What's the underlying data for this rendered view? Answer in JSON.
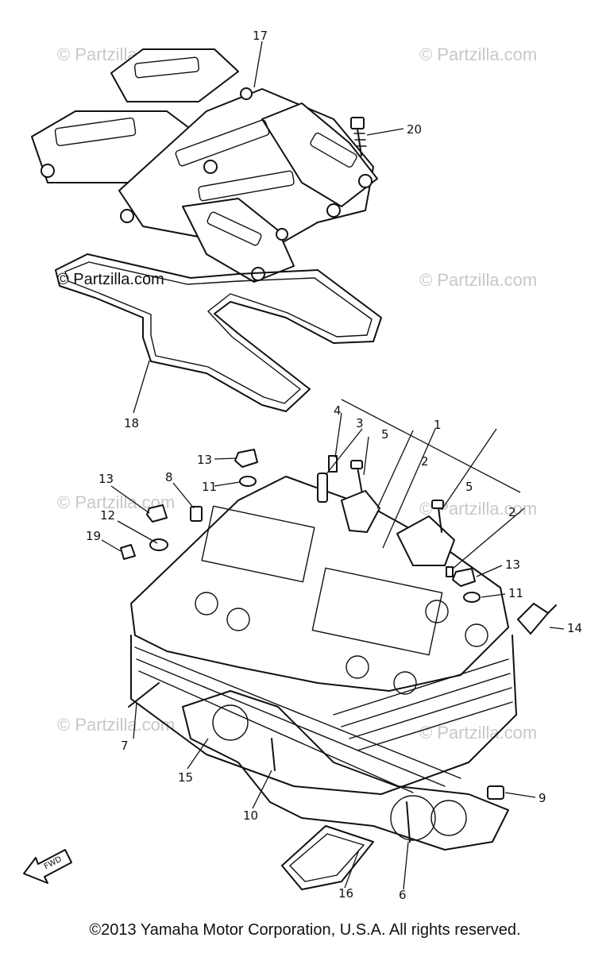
{
  "watermark_text": "© Partzilla.com",
  "copyright": "©2013 Yamaha Motor Corporation, U.S.A. All rights reserved.",
  "fwd_label": "FWD",
  "part_labels": {
    "p1": "1",
    "p2a": "2",
    "p2b": "2",
    "p3": "3",
    "p4": "4",
    "p5a": "5",
    "p5b": "5",
    "p6": "6",
    "p7": "7",
    "p8": "8",
    "p9": "9",
    "p10": "10",
    "p11a": "11",
    "p11b": "11",
    "p12": "12",
    "p13a": "13",
    "p13b": "13",
    "p13c": "13",
    "p14": "14",
    "p15": "15",
    "p16": "16",
    "p17": "17",
    "p18": "18",
    "p19": "19",
    "p20": "20"
  }
}
